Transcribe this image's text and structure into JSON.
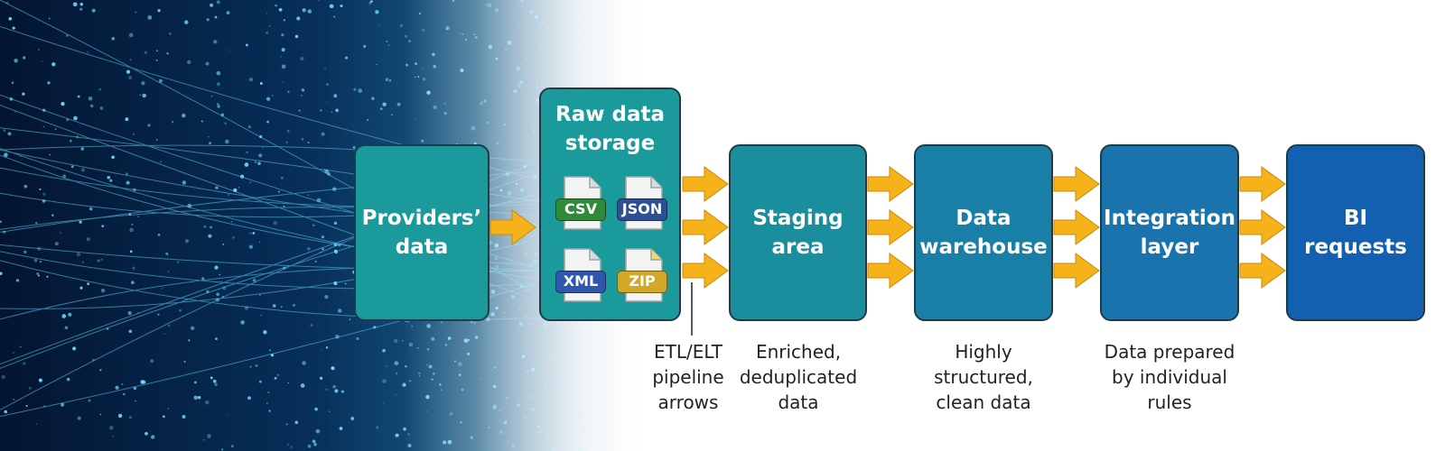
{
  "stages": {
    "providers": "Providers’\ndata",
    "raw": "Raw data\nstorage",
    "staging": "Staging\narea",
    "warehouse": "Data\nwarehouse",
    "integration": "Integration\nlayer",
    "bi": "BI\nrequests"
  },
  "files": {
    "csv": "CSV",
    "json": "JSON",
    "xml": "XML",
    "zip": "ZIP"
  },
  "captions": {
    "pipeline": "ETL/ELT\npipeline\narrows",
    "staging": "Enriched,\ndeduplicated\ndata",
    "warehouse": "Highly\nstructured,\nclean data",
    "integration": "Data prepared\nby individual\nrules"
  },
  "colors": {
    "arrow": "#f6b21b",
    "teal": "#1a9a9a",
    "blue": "#1460b0",
    "csv": "#2e8b3a",
    "json": "#2c4f96",
    "xml": "#2f57b0",
    "zip": "#d3a826"
  },
  "icons": {
    "file": "document-icon",
    "arrow": "right-arrow-icon"
  }
}
